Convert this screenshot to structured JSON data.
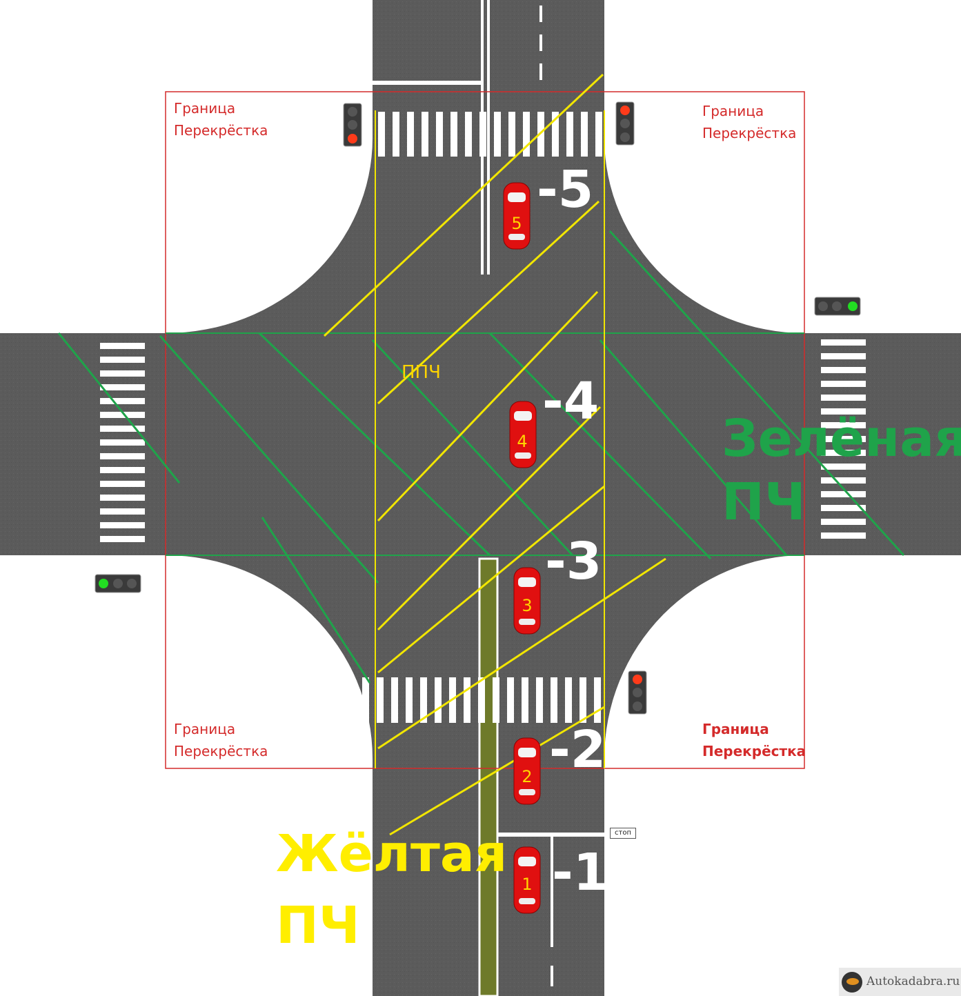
{
  "boundary_labels": {
    "top_left": [
      "Граница",
      "Перекрёстка"
    ],
    "top_right": [
      "Граница",
      "Перекрёстка"
    ],
    "bottom_left": [
      "Граница",
      "Перекрёстка"
    ],
    "bottom_right": [
      "Граница",
      "Перекрёстка"
    ]
  },
  "cars": [
    {
      "number": "1",
      "distance_label": "-1"
    },
    {
      "number": "2",
      "distance_label": "-2"
    },
    {
      "number": "3",
      "distance_label": "-3"
    },
    {
      "number": "4",
      "distance_label": "-4"
    },
    {
      "number": "5",
      "distance_label": "-5"
    }
  ],
  "ppch_label": "ППЧ",
  "green_zone": {
    "line1": "Зелёная",
    "line2": "ПЧ"
  },
  "yellow_zone": {
    "line1": "Жёлтая",
    "line2": "ПЧ"
  },
  "stop_sign_text": "стоп",
  "watermark": "Autokadabra.ru",
  "colors": {
    "road": "#5a5a5a",
    "boundary": "#d42a2a",
    "yellow_zone": "#f2e600",
    "green_zone": "#1fa34a",
    "car": "#e01010",
    "median": "#6e7a2a",
    "signal_red": "#ff3b1a",
    "signal_green": "#22dd22"
  },
  "traffic_lights": {
    "vertical_direction": "red",
    "horizontal_direction": "green"
  }
}
